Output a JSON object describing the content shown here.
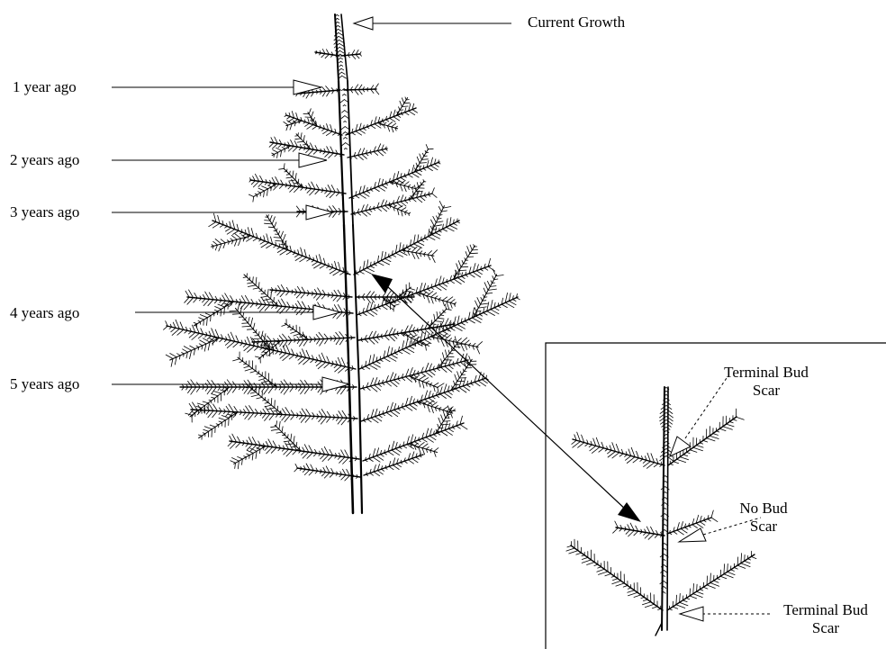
{
  "labels": {
    "current_growth": "Current Growth",
    "year_1": "1 year ago",
    "year_2": "2 years ago",
    "year_3": "3 years ago",
    "year_4": "4 years ago",
    "year_5": "5 years ago"
  },
  "inset": {
    "terminal_bud_scar_top": [
      "Terminal Bud",
      "Scar"
    ],
    "no_bud_scar": [
      "No Bud",
      "Scar"
    ],
    "terminal_bud_scar_bottom": [
      "Terminal Bud",
      "Scar"
    ]
  },
  "colors": {
    "ink": "#000000",
    "paper": "#ffffff"
  }
}
